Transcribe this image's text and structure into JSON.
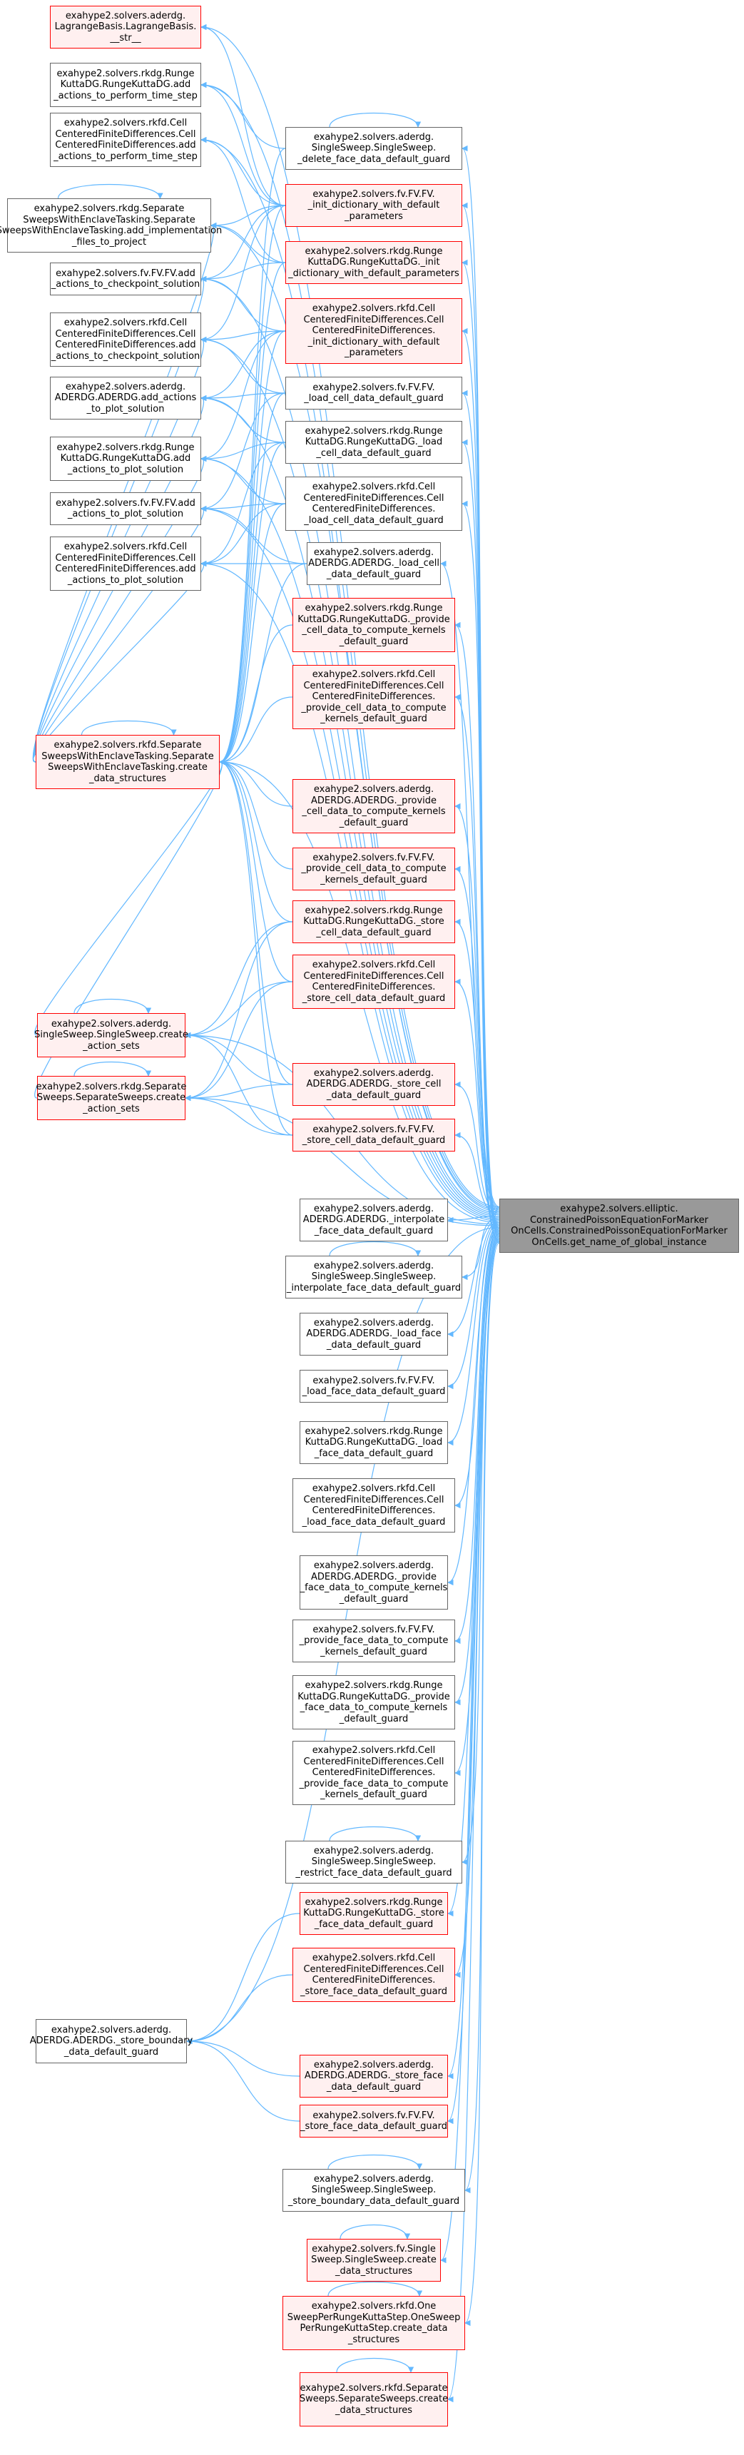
{
  "graph": {
    "edge_color": "#63b8ff",
    "colors": {
      "plain_border": "#666666",
      "highlight_border": "#ff0000",
      "highlight_fill": "#fff0f0",
      "target_fill": "#999999"
    },
    "target_node": "exahype2.solvers.elliptic.\nConstrainedPoissonEquationForMarker\nOnCells.ConstrainedPoissonEquationForMarker\nOnCells.get_name_of_global_instance",
    "nodes": [
      {
        "id": "lagrange",
        "label": "exahype2.solvers.aderdg.\nLagrangeBasis.LagrangeBasis.\n__str__",
        "style": "red"
      },
      {
        "id": "rkdg_perform",
        "label": "exahype2.solvers.rkdg.Runge\nKuttaDG.RungeKuttaDG.add\n_actions_to_perform_time_step",
        "style": "plain"
      },
      {
        "id": "rkfd_perform",
        "label": "exahype2.solvers.rkfd.Cell\nCenteredFiniteDifferences.Cell\nCenteredFiniteDifferences.add\n_actions_to_perform_time_step",
        "style": "plain"
      },
      {
        "id": "rkdg_sep_impl",
        "label": "exahype2.solvers.rkdg.Separate\nSweepsWithEnclaveTasking.Separate\nSweepsWithEnclaveTasking.add_implementation\n_files_to_project",
        "style": "plain"
      },
      {
        "id": "fv_checkpoint",
        "label": "exahype2.solvers.fv.FV.FV.add\n_actions_to_checkpoint_solution",
        "style": "plain"
      },
      {
        "id": "rkfd_checkpoint",
        "label": "exahype2.solvers.rkfd.Cell\nCenteredFiniteDifferences.Cell\nCenteredFiniteDifferences.add\n_actions_to_checkpoint_solution",
        "style": "plain"
      },
      {
        "id": "aderdg_plot",
        "label": "exahype2.solvers.aderdg.\nADERDG.ADERDG.add_actions\n_to_plot_solution",
        "style": "plain"
      },
      {
        "id": "rkdg_plot",
        "label": "exahype2.solvers.rkdg.Runge\nKuttaDG.RungeKuttaDG.add\n_actions_to_plot_solution",
        "style": "plain"
      },
      {
        "id": "fv_plot",
        "label": "exahype2.solvers.fv.FV.FV.add\n_actions_to_plot_solution",
        "style": "plain"
      },
      {
        "id": "rkfd_plot",
        "label": "exahype2.solvers.rkfd.Cell\nCenteredFiniteDifferences.Cell\nCenteredFiniteDifferences.add\n_actions_to_plot_solution",
        "style": "plain"
      },
      {
        "id": "rkfd_sep_create",
        "label": "exahype2.solvers.rkfd.Separate\nSweepsWithEnclaveTasking.Separate\nSweepsWithEnclaveTasking.create\n_data_structures",
        "style": "red"
      },
      {
        "id": "aderdg_single_actions",
        "label": "exahype2.solvers.aderdg.\nSingleSweep.SingleSweep.create\n_action_sets",
        "style": "red"
      },
      {
        "id": "rkdg_sep_actions",
        "label": "exahype2.solvers.rkdg.Separate\nSweeps.SeparateSweeps.create\n_action_sets",
        "style": "red"
      },
      {
        "id": "aderdg_store_boundary",
        "label": "exahype2.solvers.aderdg.\nADERDG.ADERDG._store_boundary\n_data_default_guard",
        "style": "plain"
      },
      {
        "id": "single_delete_face",
        "label": "exahype2.solvers.aderdg.\nSingleSweep.SingleSweep.\n_delete_face_data_default_guard",
        "style": "plain"
      },
      {
        "id": "fv_init_dict",
        "label": "exahype2.solvers.fv.FV.FV.\n_init_dictionary_with_default\n_parameters",
        "style": "red"
      },
      {
        "id": "rkdg_init_dict",
        "label": "exahype2.solvers.rkdg.Runge\nKuttaDG.RungeKuttaDG._init\n_dictionary_with_default_parameters",
        "style": "red"
      },
      {
        "id": "rkfd_init_dict",
        "label": "exahype2.solvers.rkfd.Cell\nCenteredFiniteDifferences.Cell\nCenteredFiniteDifferences.\n_init_dictionary_with_default\n_parameters",
        "style": "red"
      },
      {
        "id": "fv_load_cell",
        "label": "exahype2.solvers.fv.FV.FV.\n_load_cell_data_default_guard",
        "style": "plain"
      },
      {
        "id": "rkdg_load_cell",
        "label": "exahype2.solvers.rkdg.Runge\nKuttaDG.RungeKuttaDG._load\n_cell_data_default_guard",
        "style": "plain"
      },
      {
        "id": "rkfd_load_cell",
        "label": "exahype2.solvers.rkfd.Cell\nCenteredFiniteDifferences.Cell\nCenteredFiniteDifferences.\n_load_cell_data_default_guard",
        "style": "plain"
      },
      {
        "id": "aderdg_load_cell",
        "label": "exahype2.solvers.aderdg.\nADERDG.ADERDG._load_cell\n_data_default_guard",
        "style": "plain"
      },
      {
        "id": "rkdg_provide_cell",
        "label": "exahype2.solvers.rkdg.Runge\nKuttaDG.RungeKuttaDG._provide\n_cell_data_to_compute_kernels\n_default_guard",
        "style": "red"
      },
      {
        "id": "rkfd_provide_cell",
        "label": "exahype2.solvers.rkfd.Cell\nCenteredFiniteDifferences.Cell\nCenteredFiniteDifferences.\n_provide_cell_data_to_compute\n_kernels_default_guard",
        "style": "red"
      },
      {
        "id": "aderdg_provide_cell",
        "label": "exahype2.solvers.aderdg.\nADERDG.ADERDG._provide\n_cell_data_to_compute_kernels\n_default_guard",
        "style": "red"
      },
      {
        "id": "fv_provide_cell",
        "label": "exahype2.solvers.fv.FV.FV.\n_provide_cell_data_to_compute\n_kernels_default_guard",
        "style": "red"
      },
      {
        "id": "rkdg_store_cell",
        "label": "exahype2.solvers.rkdg.Runge\nKuttaDG.RungeKuttaDG._store\n_cell_data_default_guard",
        "style": "red"
      },
      {
        "id": "rkfd_store_cell",
        "label": "exahype2.solvers.rkfd.Cell\nCenteredFiniteDifferences.Cell\nCenteredFiniteDifferences.\n_store_cell_data_default_guard",
        "style": "red"
      },
      {
        "id": "aderdg_store_cell",
        "label": "exahype2.solvers.aderdg.\nADERDG.ADERDG._store_cell\n_data_default_guard",
        "style": "red"
      },
      {
        "id": "fv_store_cell",
        "label": "exahype2.solvers.fv.FV.FV.\n_store_cell_data_default_guard",
        "style": "red"
      },
      {
        "id": "aderdg_interp_face",
        "label": "exahype2.solvers.aderdg.\nADERDG.ADERDG._interpolate\n_face_data_default_guard",
        "style": "plain"
      },
      {
        "id": "single_interp_face",
        "label": "exahype2.solvers.aderdg.\nSingleSweep.SingleSweep.\n_interpolate_face_data_default_guard",
        "style": "plain"
      },
      {
        "id": "aderdg_load_face",
        "label": "exahype2.solvers.aderdg.\nADERDG.ADERDG._load_face\n_data_default_guard",
        "style": "plain"
      },
      {
        "id": "fv_load_face",
        "label": "exahype2.solvers.fv.FV.FV.\n_load_face_data_default_guard",
        "style": "plain"
      },
      {
        "id": "rkdg_load_face",
        "label": "exahype2.solvers.rkdg.Runge\nKuttaDG.RungeKuttaDG._load\n_face_data_default_guard",
        "style": "plain"
      },
      {
        "id": "rkfd_load_face",
        "label": "exahype2.solvers.rkfd.Cell\nCenteredFiniteDifferences.Cell\nCenteredFiniteDifferences.\n_load_face_data_default_guard",
        "style": "plain"
      },
      {
        "id": "aderdg_provide_face",
        "label": "exahype2.solvers.aderdg.\nADERDG.ADERDG._provide\n_face_data_to_compute_kernels\n_default_guard",
        "style": "plain"
      },
      {
        "id": "fv_provide_face",
        "label": "exahype2.solvers.fv.FV.FV.\n_provide_face_data_to_compute\n_kernels_default_guard",
        "style": "plain"
      },
      {
        "id": "rkdg_provide_face",
        "label": "exahype2.solvers.rkdg.Runge\nKuttaDG.RungeKuttaDG._provide\n_face_data_to_compute_kernels\n_default_guard",
        "style": "plain"
      },
      {
        "id": "rkfd_provide_face",
        "label": "exahype2.solvers.rkfd.Cell\nCenteredFiniteDifferences.Cell\nCenteredFiniteDifferences.\n_provide_face_data_to_compute\n_kernels_default_guard",
        "style": "plain"
      },
      {
        "id": "single_restrict_face",
        "label": "exahype2.solvers.aderdg.\nSingleSweep.SingleSweep.\n_restrict_face_data_default_guard",
        "style": "plain"
      },
      {
        "id": "rkdg_store_face",
        "label": "exahype2.solvers.rkdg.Runge\nKuttaDG.RungeKuttaDG._store\n_face_data_default_guard",
        "style": "red"
      },
      {
        "id": "rkfd_store_face",
        "label": "exahype2.solvers.rkfd.Cell\nCenteredFiniteDifferences.Cell\nCenteredFiniteDifferences.\n_store_face_data_default_guard",
        "style": "red"
      },
      {
        "id": "aderdg_store_face",
        "label": "exahype2.solvers.aderdg.\nADERDG.ADERDG._store_face\n_data_default_guard",
        "style": "red"
      },
      {
        "id": "fv_store_face",
        "label": "exahype2.solvers.fv.FV.FV.\n_store_face_data_default_guard",
        "style": "red"
      },
      {
        "id": "single_store_boundary",
        "label": "exahype2.solvers.aderdg.\nSingleSweep.SingleSweep.\n_store_boundary_data_default_guard",
        "style": "plain"
      },
      {
        "id": "fv_single_create",
        "label": "exahype2.solvers.fv.Single\nSweep.SingleSweep.create\n_data_structures",
        "style": "red"
      },
      {
        "id": "rkfd_onesweep_create",
        "label": "exahype2.solvers.rkfd.One\nSweepPerRungeKuttaStep.OneSweep\nPerRungeKuttaStep.create_data\n_structures",
        "style": "red"
      },
      {
        "id": "rkfd_sepsweeps_create",
        "label": "exahype2.solvers.rkfd.Separate\nSweeps.SeparateSweeps.create\n_data_structures",
        "style": "red"
      }
    ]
  }
}
